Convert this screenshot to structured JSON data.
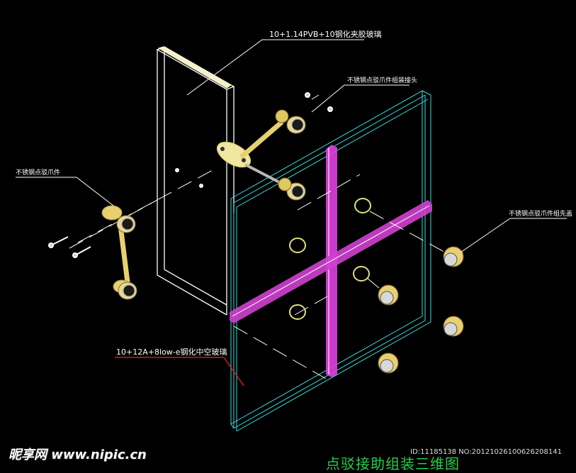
{
  "labels": {
    "glass_single": "10+1.14PVB+10钢化夹胶玻璃",
    "fitting_joint": "不锈钢点驳爪件组装接头",
    "spider_arm": "不锈钢点驳爪件",
    "fitting_set": "不锈钢点驳爪件组先盖",
    "glass_insulated": "10+12A+8low-e钢化中空玻璃"
  },
  "title": "点驳接助组装三维图",
  "watermark": {
    "logo_text": "昵享网 www.nipic.cn",
    "id_text": "ID:11185138 NO:20121026100626208141"
  },
  "colors": {
    "background": "#000000",
    "glass_frame": "#ffffff",
    "glass_frame_cyan": "#38e0e0",
    "mullion": "#ff40ff",
    "leader": "#ffffff",
    "red_leader": "#ff2020",
    "fitting": "#f0e060",
    "title": "#25d04b"
  }
}
